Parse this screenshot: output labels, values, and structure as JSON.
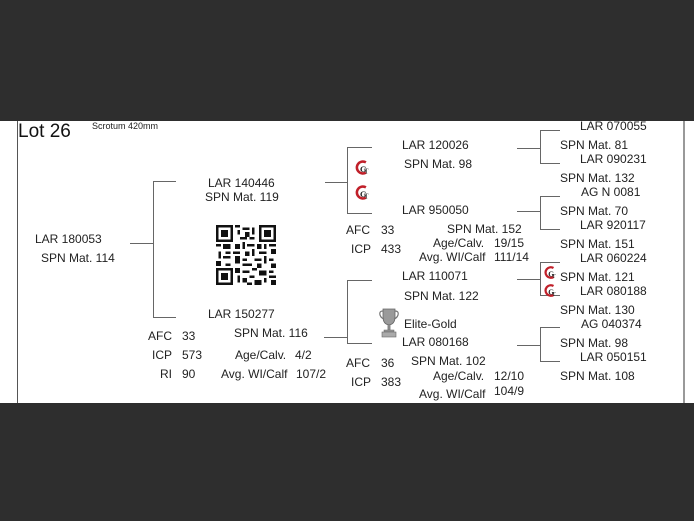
{
  "header": {
    "lot": "Lot 26",
    "scrotum": "Scrotum 420mm"
  },
  "subject": {
    "id": "LAR 180053",
    "spn": "SPN Mat. 114"
  },
  "sire": {
    "id": "LAR 140446",
    "spn": "SPN Mat. 119",
    "qr_code": "qr-code"
  },
  "dam": {
    "id": "LAR 150277",
    "spn": "SPN Mat. 116",
    "stats": [
      {
        "label": "AFC",
        "value": "33"
      },
      {
        "label": "ICP",
        "value": "573"
      },
      {
        "label": "RI",
        "value": "90"
      }
    ],
    "age_calv_label": "Age/Calv.",
    "age_calv": "4/2",
    "avg_wl_label": "Avg. WI/Calf",
    "avg_wl": "107/2"
  },
  "sire_sire": {
    "id": "LAR 120026",
    "spn": "SPN Mat. 98"
  },
  "sire_dam": {
    "id": "LAR 950050",
    "spn": "SPN Mat. 152",
    "stats": [
      {
        "label": "AFC",
        "value": "33"
      },
      {
        "label": "ICP",
        "value": "433"
      }
    ],
    "age_calv_label": "Age/Calv.",
    "age_calv": "19/15",
    "avg_wl_label": "Avg. WI/Calf",
    "avg_wl": "111/14"
  },
  "dam_sire": {
    "id": "LAR 110071",
    "spn": "SPN Mat. 122",
    "award": "Elite-Gold"
  },
  "dam_dam": {
    "id": "LAR 080168",
    "spn": "SPN Mat. 102",
    "stats": [
      {
        "label": "AFC",
        "value": "36"
      },
      {
        "label": "ICP",
        "value": "383"
      }
    ],
    "age_calv_label": "Age/Calv.",
    "age_calv": "12/10",
    "avg_wl_label": "Avg. WI/Calf",
    "avg_wl": "104/9"
  },
  "great_grandparents": [
    {
      "id": "LAR 070055",
      "spn": "SPN Mat. 81"
    },
    {
      "id": "LAR 090231",
      "spn": "SPN Mat. 132"
    },
    {
      "id": "AG  N 0081",
      "spn": "SPN Mat. 70"
    },
    {
      "id": "LAR 920117",
      "spn": "SPN Mat. 151"
    },
    {
      "id": "LAR 060224",
      "spn": "SPN Mat. 121"
    },
    {
      "id": "LAR 080188",
      "spn": "SPN Mat. 130"
    },
    {
      "id": "AG  040374",
      "spn": "SPN Mat. 98"
    },
    {
      "id": "LAR 050151",
      "spn": "SPN Mat. 108"
    }
  ],
  "icons": {
    "breeder_logo": "gt-logo",
    "award": "trophy-icon"
  },
  "colors": {
    "background": "#2e2e2e",
    "sheet": "#ffffff",
    "lines": "#666666",
    "logo_red": "#c0202a"
  }
}
